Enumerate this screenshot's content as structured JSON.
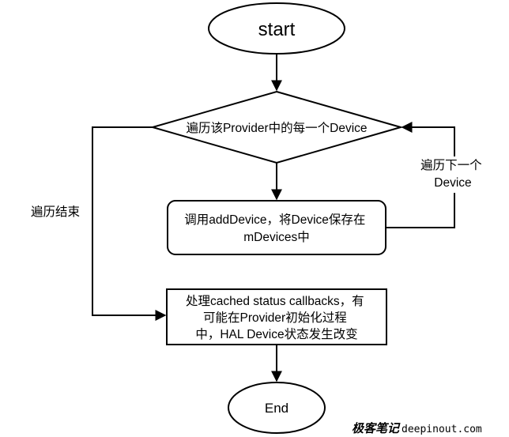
{
  "diagram": {
    "start_label": "start",
    "loop_decision_label": "遍历该Provider中的每一个Device",
    "add_device_lines": [
      "调用addDevice，将Device保存在",
      "mDevices中"
    ],
    "next_device_lines": [
      "遍历下一个",
      "Device"
    ],
    "loop_end_label": "遍历结束",
    "process_lines": [
      "处理cached status callbacks，有",
      "可能在Provider初始化过程",
      "中，HAL Device状态发生改变"
    ],
    "end_label": "End"
  },
  "watermark": {
    "cn": "极客笔记",
    "domain": "deepinout.com"
  }
}
